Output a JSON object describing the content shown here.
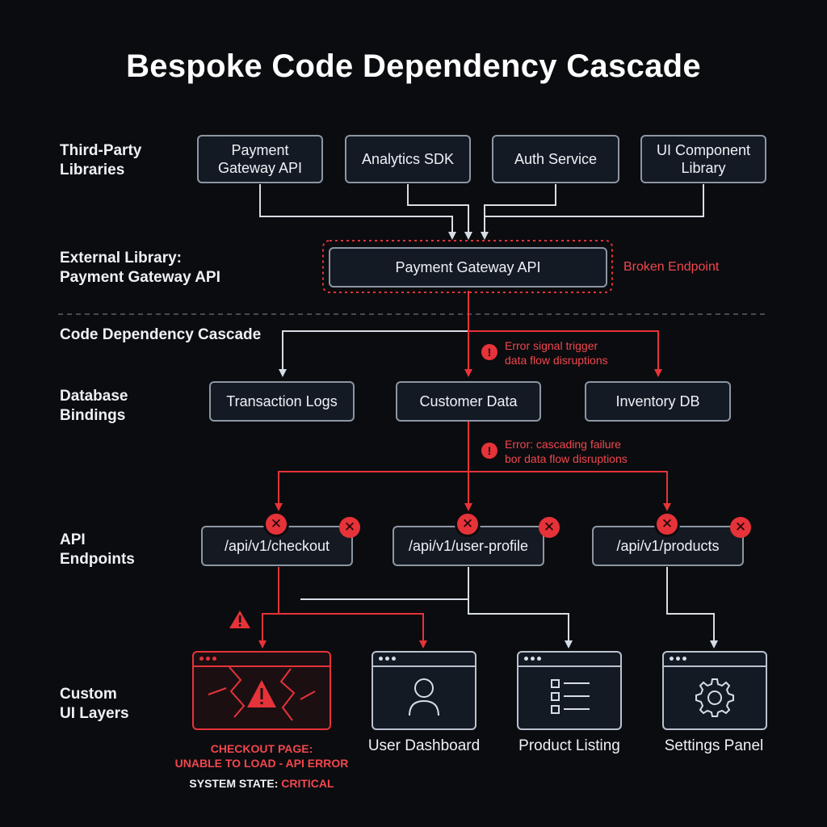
{
  "title": "Bespoke Code Dependency Cascade",
  "row_labels": {
    "third_party": "Third-Party\nLibraries",
    "external": "External Library:\nPayment Gateway API",
    "cascade": "Code Dependency Cascade",
    "database": "Database\nBindings",
    "api": "API\nEndpoints",
    "ui": "Custom\nUI Layers"
  },
  "libraries": [
    "Payment\nGateway API",
    "Analytics SDK",
    "Auth Service",
    "UI Component\nLibrary"
  ],
  "gateway": {
    "label": "Payment Gateway API",
    "status": "Broken Endpoint"
  },
  "errors": {
    "signal": "Error signal trigger\ndata flow disruptions",
    "cascading": "Error: cascading failure\nbor data flow disruptions"
  },
  "databases": [
    "Transaction Logs",
    "Customer Data",
    "Inventory DB"
  ],
  "endpoints": [
    "/api/v1/checkout",
    "/api/v1/user-profile",
    "/api/v1/products"
  ],
  "ui_layers": {
    "checkout_status": "CHECKOUT PAGE:\nUNABLE TO LOAD - API ERROR",
    "system_state_label": "SYSTEM STATE:",
    "system_state_value": "CRITICAL",
    "dashboard": "User Dashboard",
    "product_listing": "Product Listing",
    "settings": "Settings Panel"
  },
  "icons": {
    "error": "!",
    "failed": "✕"
  },
  "colors": {
    "background": "#0b0c0f",
    "error": "#e53339",
    "line": "#d6dde6",
    "node_border": "#8c96a3"
  }
}
